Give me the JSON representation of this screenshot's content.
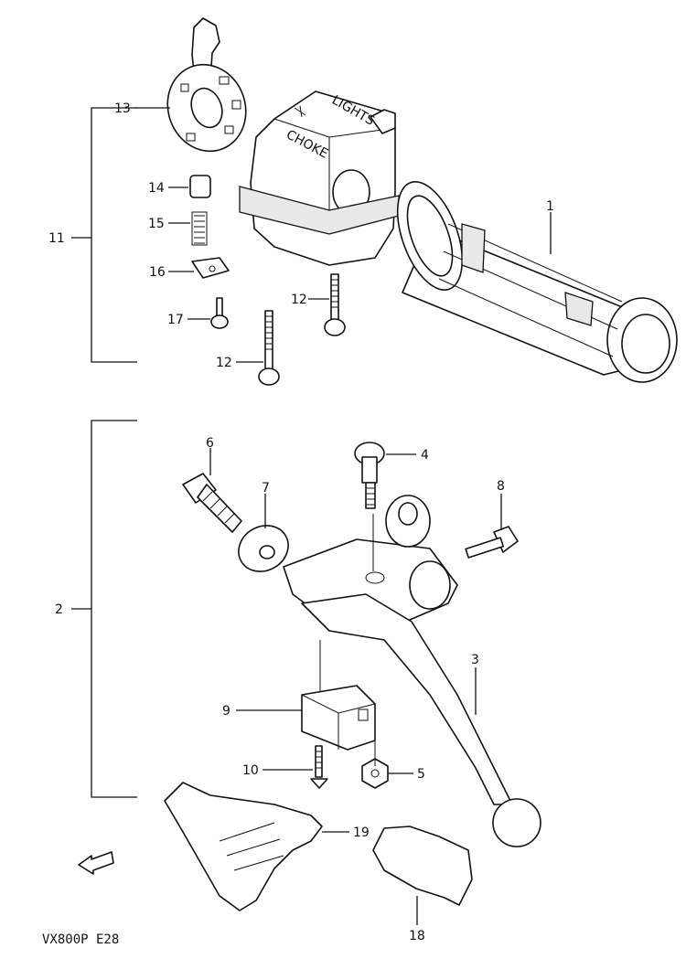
{
  "diagram": {
    "code": "VX800P  E28",
    "fwd_symbol": "FWD",
    "callouts": [
      {
        "id": "p1",
        "label": "1"
      },
      {
        "id": "p2",
        "label": "2"
      },
      {
        "id": "p3",
        "label": "3"
      },
      {
        "id": "p4",
        "label": "4"
      },
      {
        "id": "p5",
        "label": "5"
      },
      {
        "id": "p6",
        "label": "6"
      },
      {
        "id": "p7",
        "label": "7"
      },
      {
        "id": "p8",
        "label": "8"
      },
      {
        "id": "p9",
        "label": "9"
      },
      {
        "id": "p10",
        "label": "10"
      },
      {
        "id": "p11",
        "label": "11"
      },
      {
        "id": "p12a",
        "label": "12"
      },
      {
        "id": "p12b",
        "label": "12"
      },
      {
        "id": "p13",
        "label": "13"
      },
      {
        "id": "p14",
        "label": "14"
      },
      {
        "id": "p15",
        "label": "15"
      },
      {
        "id": "p16",
        "label": "16"
      },
      {
        "id": "p17",
        "label": "17"
      },
      {
        "id": "p18",
        "label": "18"
      },
      {
        "id": "p19",
        "label": "19"
      }
    ],
    "switch_labels": {
      "choke": "CHOKE",
      "lights": "LIGHTS"
    }
  }
}
